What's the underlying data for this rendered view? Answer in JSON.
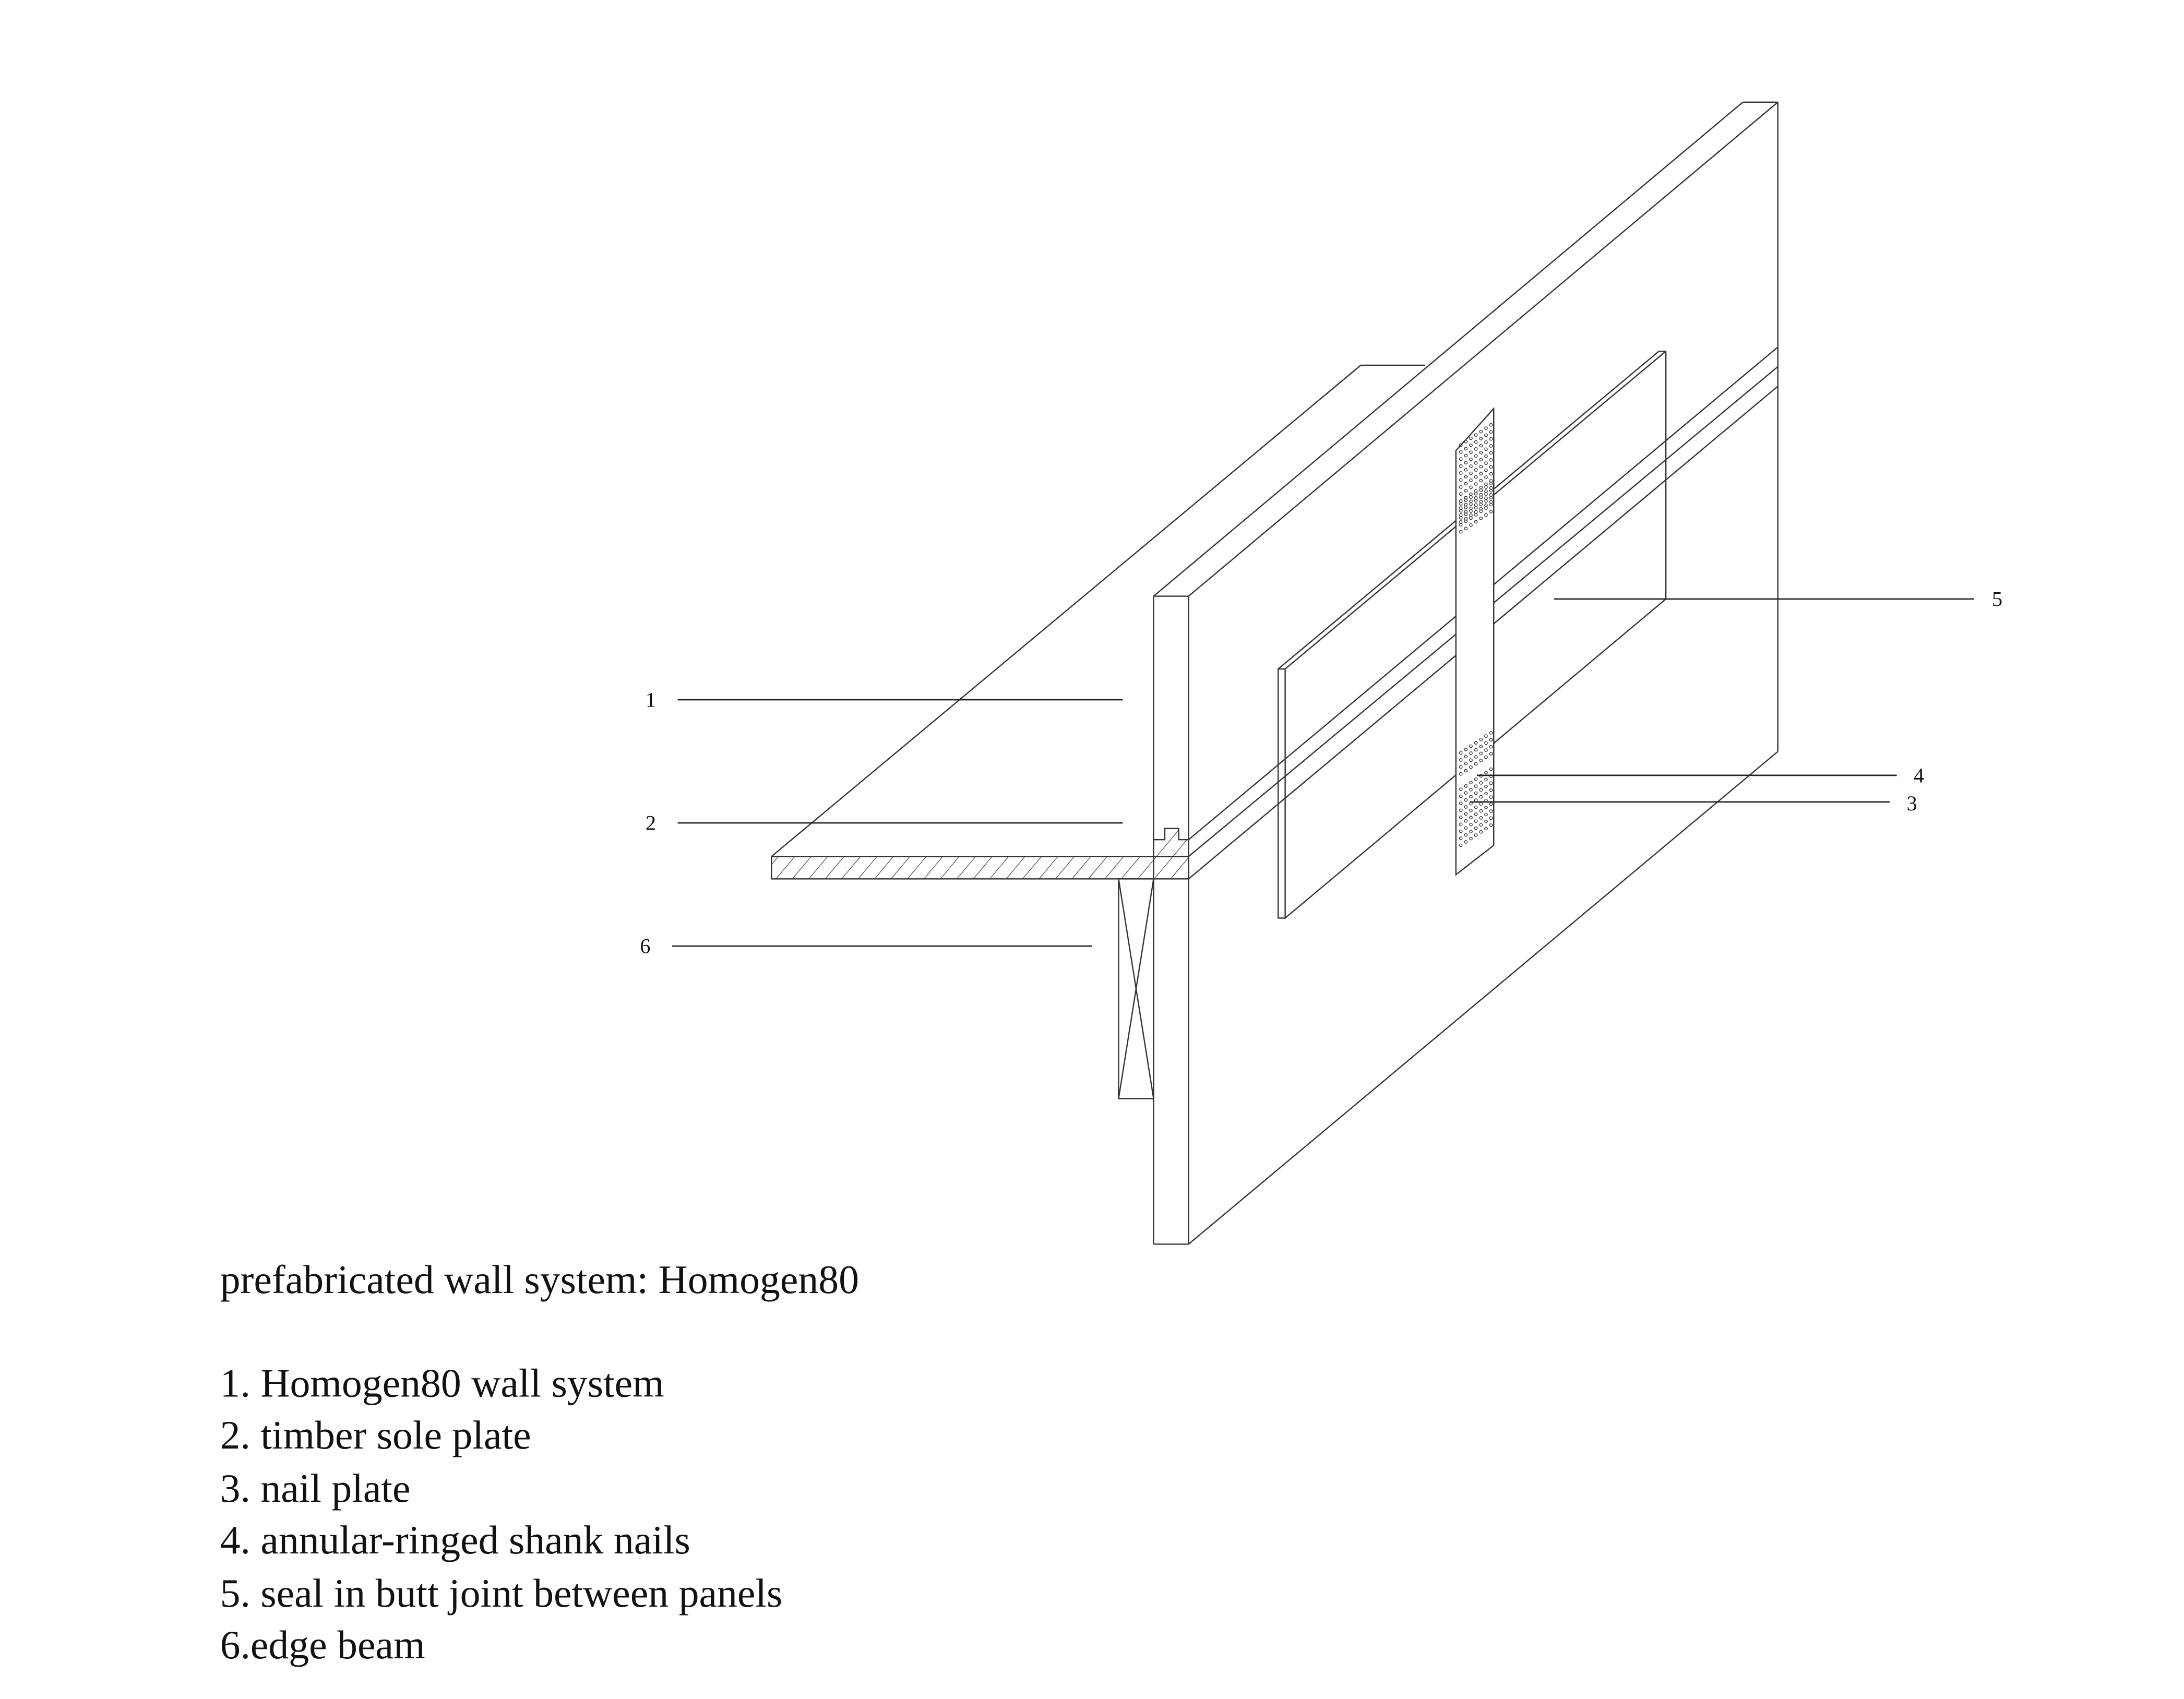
{
  "diagram": {
    "callouts": [
      {
        "number": "1"
      },
      {
        "number": "2"
      },
      {
        "number": "3"
      },
      {
        "number": "4"
      },
      {
        "number": "5"
      },
      {
        "number": "6"
      }
    ]
  },
  "caption": {
    "title": "prefabricated wall system: Homogen80",
    "legend": [
      "1. Homogen80 wall system",
      "2. timber sole plate",
      "3. nail plate",
      "4. annular-ringed shank nails",
      "5. seal in butt joint between panels",
      "6.edge beam"
    ]
  },
  "colors": {
    "line": "#333333",
    "background": "#ffffff"
  }
}
